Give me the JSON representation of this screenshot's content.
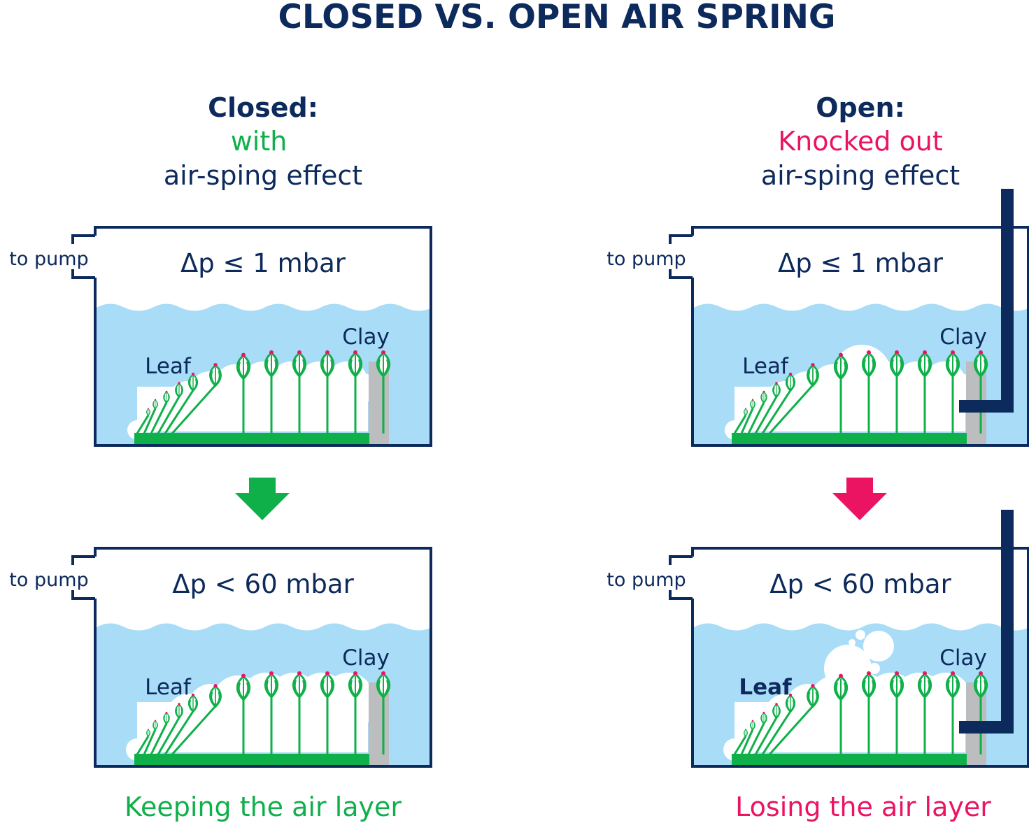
{
  "title": "CLOSED VS. OPEN AIR SPRING",
  "colors": {
    "navy": "#0d2a5c",
    "green": "#0fb04a",
    "pink": "#ea1463",
    "water": "#a8dcf7",
    "clay": "#bcbdbf",
    "bud_tip": "#ea1463"
  },
  "closed": {
    "heading": "Closed:",
    "state": "with",
    "effect": "air-sping effect",
    "conclusion": "Keeping the air layer",
    "top_panel": {
      "pressure": "Δp ≤ 1 mbar",
      "pump_label": "to pump",
      "clay_label": "Clay",
      "leaf_label": "Leaf"
    },
    "bottom_panel": {
      "pressure": "Δp < 60 mbar",
      "pump_label": "to pump",
      "clay_label": "Clay",
      "leaf_label": "Leaf"
    }
  },
  "open": {
    "heading": "Open:",
    "state": "Knocked out",
    "effect": "air-sping effect",
    "conclusion": "Losing the air layer",
    "top_panel": {
      "pressure": "Δp ≤ 1 mbar",
      "pump_label": "to pump",
      "clay_label": "Clay",
      "leaf_label": "Leaf"
    },
    "bottom_panel": {
      "pressure": "Δp < 60 mbar",
      "pump_label": "to pump",
      "clay_label": "Clay",
      "leaf_label": "Leaf"
    }
  }
}
